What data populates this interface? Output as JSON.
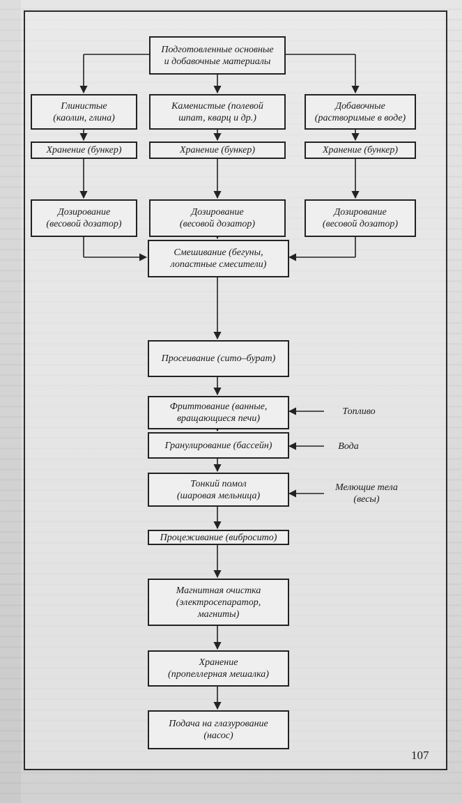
{
  "flowchart": {
    "top": "Подготовленные основные\nи добавочные материалы",
    "materials": {
      "left": "Глинистые\n(каолин, глина)",
      "center": "Каменистые (полевой\nшпат, кварц и др.)",
      "right": "Добавочные\n(растворимые в воде)"
    },
    "storage": {
      "left": "Хранение (бункер)",
      "center": "Хранение (бункер)",
      "right": "Хранение (бункер)"
    },
    "dosing": {
      "left": "Дозирование\n(весовой дозатор)",
      "center": "Дозирование\n(весовой дозатор)",
      "right": "Дозирование\n(весовой дозатор)"
    },
    "mixing": "Смешивание (бегуны,\nлопастные смесители)",
    "sieving": "Просеивание (сито–бурат)",
    "fritting": "Фриттование (ванные,\nвращающиеся печи)",
    "fuel": "Топливо",
    "granulation": "Гранулирование (бассейн)",
    "water": "Вода",
    "milling": "Тонкий помол\n(шаровая мельница)",
    "grinding_bodies": "Мелющие тела\n(весы)",
    "straining": "Процеживание (вибросито)",
    "magnetic": "Магнитная очистка\n(электросепаратор,\nмагниты)",
    "storage_final": "Хранение\n(пропеллерная мешалка)",
    "feed": "Подача на глазурование\n(насос)"
  },
  "page_number": "107"
}
